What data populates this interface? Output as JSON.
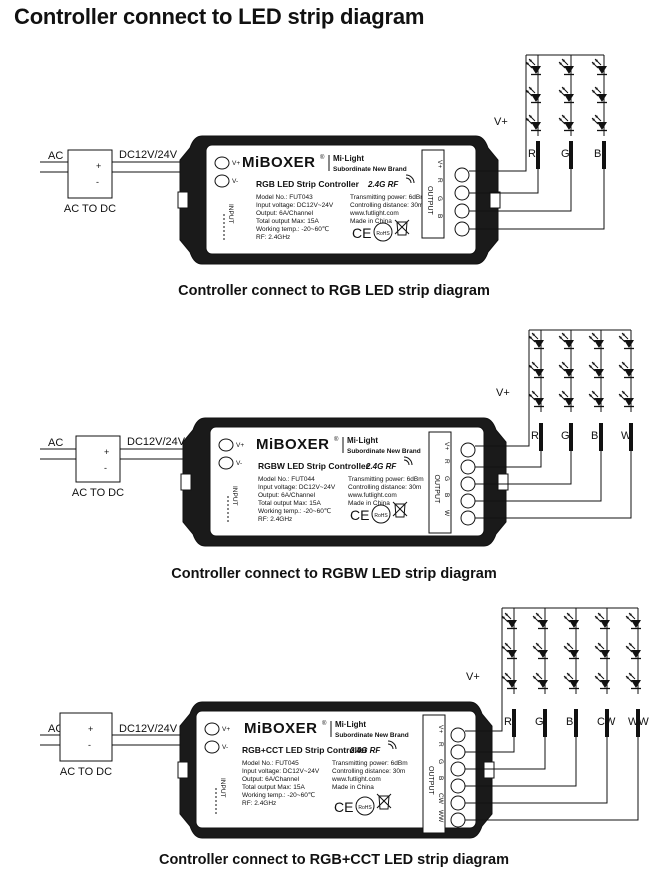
{
  "page": {
    "title": "Controller connect to LED strip diagram"
  },
  "common": {
    "ac": "AC",
    "dc": "DC12V/24V",
    "converter": "AC TO DC",
    "plus": "+",
    "minus": "-",
    "vplus_rail": "V+",
    "vplus_term": "V+",
    "vminus_term": "V-",
    "brand": "MiBOXER",
    "brand_reg": "®",
    "milight": "Mi·Light",
    "subtitle": "Subordinate New Brand",
    "rf": "2.4G RF",
    "input": "INPUT",
    "output": "OUTPUT",
    "ce": "CE",
    "rohs": "RoHS",
    "spec_right": [
      "Transmitting power: 6dBm",
      "Controlling distance: 30m",
      "www.futlight.com",
      "Made in China"
    ]
  },
  "diagrams": [
    {
      "caption": "Controller connect to RGB LED strip diagram",
      "title": "RGB LED Strip Controller",
      "specs": [
        "Model No.: FUT043",
        "Input voltage: DC12V~24V",
        "Output: 6A/Channel",
        "Total output Max: 15A",
        "Working temp.: -20~60℃",
        "RF: 2.4GHz"
      ],
      "channels": [
        "R",
        "G",
        "B"
      ],
      "pins": [
        "V+",
        "R",
        "G",
        "B"
      ]
    },
    {
      "caption": "Controller connect to RGBW LED strip diagram",
      "title": "RGBW LED Strip Controller",
      "specs": [
        "Model No.: FUT044",
        "Input voltage: DC12V~24V",
        "Output: 6A/Channel",
        "Total output Max: 15A",
        "Working temp.: -20~60℃",
        "RF: 2.4GHz"
      ],
      "channels": [
        "R",
        "G",
        "B",
        "W"
      ],
      "pins": [
        "V+",
        "R",
        "G",
        "B",
        "W"
      ]
    },
    {
      "caption": "Controller connect to RGB+CCT LED strip diagram",
      "title": "RGB+CCT LED Strip Controller",
      "specs": [
        "Model No.: FUT045",
        "Input voltage: DC12V~24V",
        "Output: 6A/Channel",
        "Total output Max: 15A",
        "Working temp.: -20~60℃",
        "RF: 2.4GHz"
      ],
      "channels": [
        "R",
        "G",
        "B",
        "CW",
        "WW"
      ],
      "pins": [
        "V+",
        "R",
        "G",
        "B",
        "CW",
        "WW"
      ]
    }
  ]
}
